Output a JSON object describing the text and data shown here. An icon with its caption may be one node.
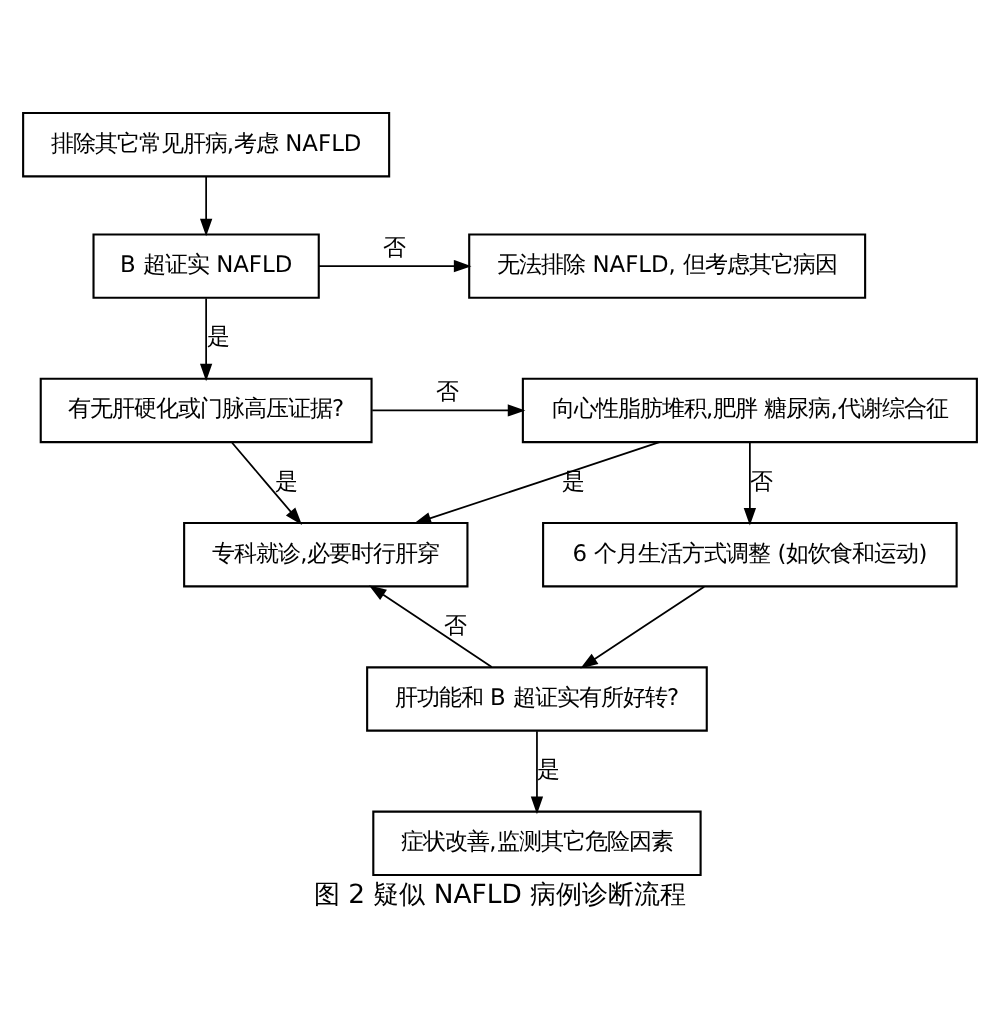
{
  "diagram": {
    "caption": "图 2 疑似 NAFLD 病例诊断流程",
    "nodes": [
      {
        "text": [
          "排除其它常见肝病,考虑 NAFLD"
        ]
      },
      {
        "text": [
          "无法排除 NAFLD, 但考虑其它病因"
        ]
      },
      {
        "text": [
          "B 超证实 NAFLD"
        ]
      },
      {
        "text": [
          "向心性脂肪堆积,肥胖 糖尿病,代谢综合征"
        ]
      },
      {
        "text": [
          "有无肝硬化或门脉高压证据?"
        ]
      },
      {
        "text": [
          "6 个月生活方式调整 (如饮食和运动)"
        ]
      },
      {
        "text": [
          "专科就诊,必要时行肝穿"
        ]
      },
      {
        "text": [
          "肝功能和 B 超证实有所好转?"
        ]
      },
      {
        "text": [
          "症状改善,监测其它危险因素"
        ]
      }
    ],
    "edges": [
      {
        "from": 0,
        "to": 2,
        "arrow": "to"
      },
      {
        "from": 2,
        "to": 1,
        "arrow": "to",
        "label": "否"
      },
      {
        "from": 2,
        "to": 4,
        "arrow": "to",
        "label": "是"
      },
      {
        "from": 4,
        "to": 3,
        "arrow": "to",
        "label": "否"
      },
      {
        "from": 4,
        "to": 6,
        "arrow": "to",
        "label": "是"
      },
      {
        "from": 3,
        "to": 6,
        "arrow": "to",
        "label": "是"
      },
      {
        "from": 3,
        "to": 5,
        "arrow": "to",
        "label": "否"
      },
      {
        "from": 5,
        "to": 7,
        "arrow": "to"
      },
      {
        "from": 7,
        "to": 6,
        "arrow": "to",
        "label": "否"
      },
      {
        "from": 7,
        "to": 8,
        "arrow": "to",
        "label": "是"
      }
    ]
  }
}
